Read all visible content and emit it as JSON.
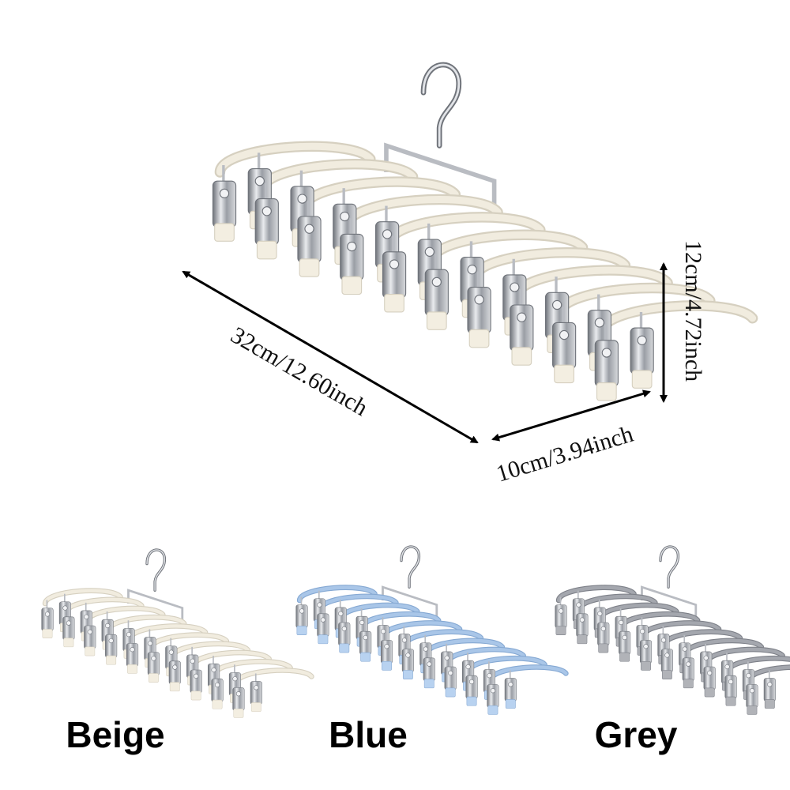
{
  "dimensions": {
    "length": "32cm/12.60inch",
    "width": "10cm/3.94inch",
    "height": "12cm/4.72inch"
  },
  "variants": [
    {
      "name": "Beige",
      "frame_color": "#f1ecdf",
      "frame_stroke": "#d6d0c0",
      "clip_tip_color": "#f3eee1"
    },
    {
      "name": "Blue",
      "frame_color": "#a9c6e8",
      "frame_stroke": "#86a9d3",
      "clip_tip_color": "#b8d2f0"
    },
    {
      "name": "Grey",
      "frame_color": "#a4a7ae",
      "frame_stroke": "#7e8189",
      "clip_tip_color": "#b1b3b8"
    }
  ],
  "colors": {
    "metal": "#b9bcc2",
    "metal_dark": "#6f737a",
    "arrow": "#000000"
  }
}
